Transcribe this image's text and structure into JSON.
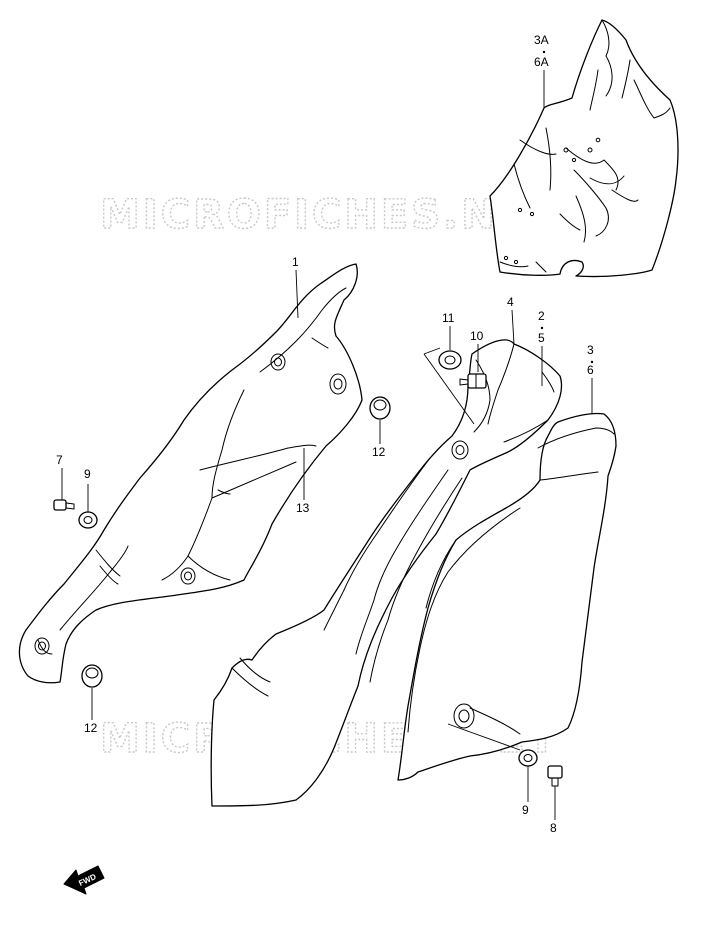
{
  "watermark": {
    "text": "MICROFICHES.NET",
    "color": "#c8c8c8"
  },
  "callouts": {
    "c1": "1",
    "c2": "2",
    "c5": "5",
    "c3": "3",
    "c6": "6",
    "c3a": "3A",
    "c6a": "6A",
    "c4": "4",
    "c7": "7",
    "c8": "8",
    "c9a": "9",
    "c9b": "9",
    "c10": "10",
    "c11": "11",
    "c12a": "12",
    "c12b": "12",
    "c13": "13"
  },
  "fwd": {
    "label": "FWD",
    "icon": "fwd-arrow-icon"
  },
  "colors": {
    "line": "#000000",
    "background": "#ffffff"
  }
}
